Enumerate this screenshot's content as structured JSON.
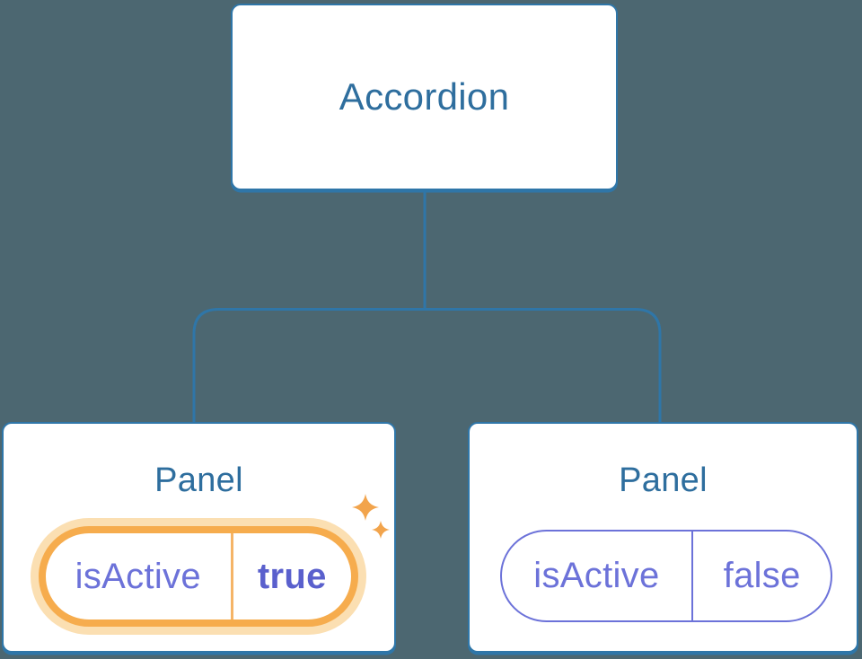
{
  "diagram": {
    "description": "Component tree: Accordion root with two Panel children holding isActive state",
    "root_node": {
      "label": "Accordion"
    },
    "panels": [
      {
        "label": "Panel",
        "state_name": "isActive",
        "state_value": "true",
        "highlighted": true
      },
      {
        "label": "Panel",
        "state_name": "isActive",
        "state_value": "false",
        "highlighted": false
      }
    ]
  },
  "icons": {
    "active_panel_decoration": "sparkles-icon"
  },
  "colors": {
    "background": "#4C6771",
    "node_fill": "#FFFFFF",
    "node_border": "#2F76A8",
    "node_label_text": "#2E6E9E",
    "state_text": "#6C72D9",
    "state_value_bold": "#5A60CD",
    "highlight_ring": "#F6AC4D",
    "highlight_glow": "#FBDFB2",
    "sparkle": "#F2A44C"
  }
}
